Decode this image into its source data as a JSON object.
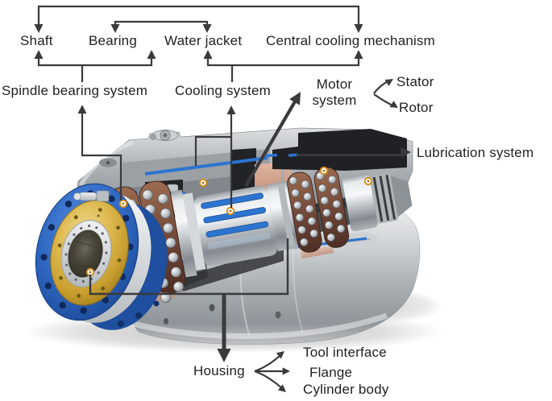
{
  "figure": {
    "background": "#ffffff",
    "line_color": "#3a3a3c",
    "text_color": "#1f1f1f",
    "accents": {
      "water_jacket_blue": "#2c74cf",
      "flange_blue": "#2e68c2",
      "flange_gold": "#d9b54e",
      "bearing_cage_brown": "#6b4233",
      "stator_copper": "#d0a08d",
      "marker_gold": "#d78f1e"
    },
    "terms": {
      "shaft": "Shaft",
      "bearing": "Bearing",
      "water_jacket": "Water jacket",
      "central_cooling": "Central cooling mechanism",
      "spindle_bearing_system": "Spindle bearing system",
      "cooling_system": "Cooling system",
      "motor_system": "Motor system",
      "stator": "Stator",
      "rotor": "Rotor",
      "lubrication_system": "Lubrication system",
      "housing": "Housing",
      "tool_interface": "Tool interface",
      "flange": "Flange",
      "cylinder_body": "Cylinder body"
    }
  }
}
